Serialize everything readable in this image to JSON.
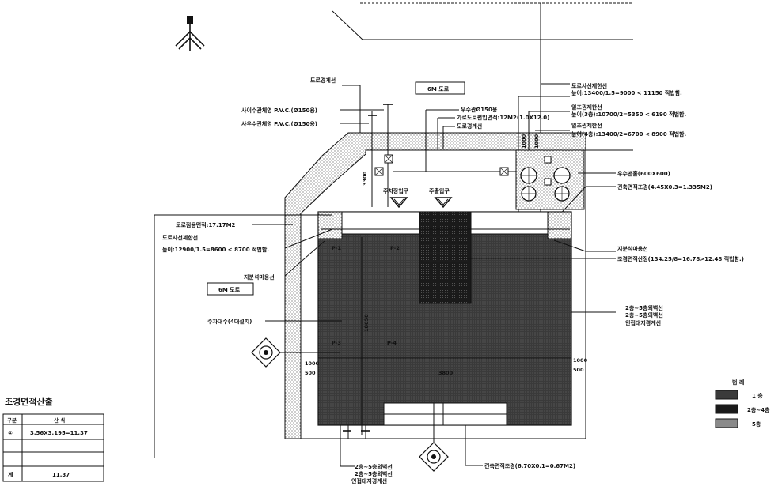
{
  "labels": {
    "road_boundary": "도로경계선",
    "road_right_label": "6M 도로",
    "road_left_label": "6M 도로",
    "sewer_pipe_1": "사이수관체영 P.V.C.(Ø150용)",
    "sewer_pipe_2": "사우수관체영 P.V.C.(Ø150용)",
    "rain_pipe": "우수관Ø150용",
    "road_area": "가로도로편입면적:12M2(1.0X12.0)",
    "road_boundary_line": "도로경계선",
    "road_setback": "도로사선제한선",
    "road_setback_calc": "높이:13400/1.5=9000 < 11150 적법함.",
    "sun_limit_1": "일조권제한선",
    "sun_limit_1_calc": "높이(3층):10700/2=5350 < 6190 적법함.",
    "sun_limit_2": "일조권제한선",
    "sun_limit_2_calc": "높이(4층):13400/2=6700 < 8900 적법함.",
    "rain_basin": "우수맨홀(600X600)",
    "landscape_area": "건축면적조경(4.45X0.3=1.335M2)",
    "entrance_1": "주차장입구",
    "entrance_2": "주출입구",
    "road_incl_area": "도로점용면적:17.17M2",
    "left_setback": "도로사선제한선",
    "left_setback_calc": "높이:12900/1.5=8600 < 8700 적법함.",
    "site_boundary_left": "지분석마용선",
    "site_boundary_right": "지분석마용선",
    "landscape_calc": "조경면적산정(134.25/8=16.78>12.48 적법함.)",
    "parking": "주차대수(4대설치)",
    "floor_outline_right_1": "2층~5층외벽선",
    "floor_outline_right_2": "2층~5층외벽선",
    "floor_outline_right_3": "인접대지경계선",
    "floor_outline_bottom_1": "2층~5층외벽선",
    "floor_outline_bottom_2": "2층~5층외벽선",
    "floor_outline_bottom_3": "인접대지경계선",
    "bottom_landscape": "건축면적조경(6.70X0.1=0.67M2)",
    "dim_vertical_left": "3300",
    "dim_vertical_center": "18650",
    "dim_top_1": "1000",
    "dim_top_2": "1000",
    "dim_center": "3800",
    "dim_left_1": "1000",
    "dim_left_2": "500",
    "dim_right_1": "1000",
    "dim_right_2": "500",
    "parking_p1": "P-1",
    "parking_p2": "P-2",
    "parking_p3": "P-3",
    "parking_p4": "P-4"
  },
  "legend": {
    "title": "범 례",
    "items": [
      {
        "label": "1 층",
        "fill": "#3a3a3a"
      },
      {
        "label": "2층~4층",
        "fill": "#1a1a1a"
      },
      {
        "label": "5층",
        "fill": "#8a8a8a"
      }
    ]
  },
  "calc_table": {
    "title": "조경면적산출",
    "headers": [
      "구분",
      "산 식"
    ],
    "rows": [
      [
        "①",
        "3.56X3.195=11.37"
      ],
      [
        "",
        ""
      ],
      [
        "",
        ""
      ],
      [
        "계",
        "11.37"
      ]
    ]
  }
}
